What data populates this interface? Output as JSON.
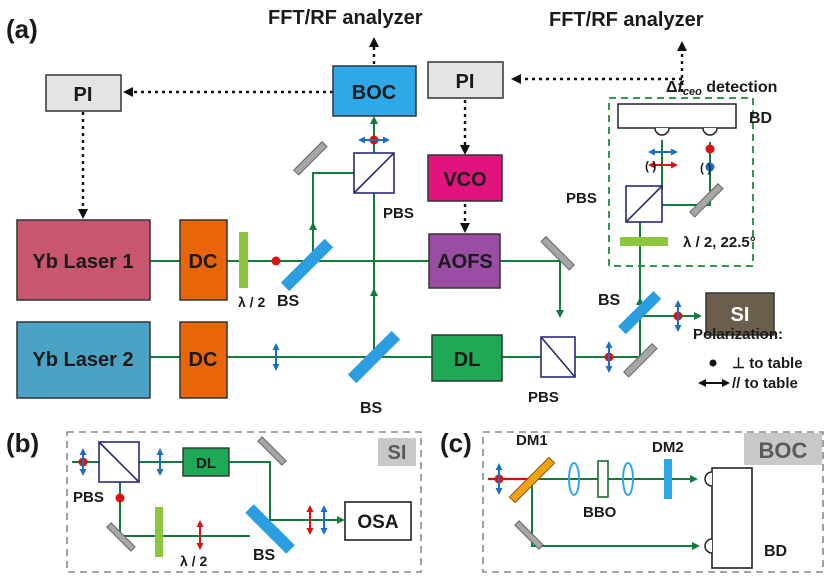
{
  "panel_labels": {
    "a": "(a)",
    "b": "(b)",
    "c": "(c)"
  },
  "analyzers": {
    "left": "FFT/RF analyzer",
    "right": "FFT/RF analyzer"
  },
  "components": {
    "pi_left": "PI",
    "pi_right": "PI",
    "boc": "BOC",
    "vco": "VCO",
    "aofs": "AOFS",
    "laser1": "Yb Laser 1",
    "laser2": "Yb Laser 2",
    "dc1": "DC",
    "dc2": "DC",
    "dl": "DL",
    "si": "SI"
  },
  "optics_labels": {
    "halfwave": "λ / 2",
    "bs1": "BS",
    "bs2": "BS",
    "bs3": "BS",
    "pbs_top": "PBS",
    "pbs_bottom": "PBS",
    "pbs_detect": "PBS",
    "halfwave_225": "λ / 2, 22.5°",
    "bd": "BD"
  },
  "detection": {
    "prefix": "Δ",
    "f": "f",
    "sub": "ceo",
    "suffix": " detection"
  },
  "polarization_marks": {
    "paren": "(    )"
  },
  "legend": {
    "title": "Polarization:",
    "perp": "⊥ to table",
    "par": "// to table"
  },
  "panel_b": {
    "tag": "SI",
    "dl": "DL",
    "pbs": "PBS",
    "halfwave": "λ / 2",
    "bs": "BS",
    "osa": "OSA"
  },
  "panel_c": {
    "tag": "BOC",
    "dm1": "DM1",
    "dm2": "DM2",
    "bbo": "BBO",
    "bd": "BD"
  },
  "colors": {
    "laser1": "#c8566e",
    "laser2": "#4aa3c4",
    "dc": "#e8650a",
    "boc": "#2ea8e8",
    "vco": "#e0147c",
    "aofs": "#9a4ea3",
    "dl": "#1fa855",
    "si": "#6b5e4c",
    "pi": "#e4e4e4",
    "beam": "#127a3a",
    "halfwave": "#8cc63f"
  }
}
